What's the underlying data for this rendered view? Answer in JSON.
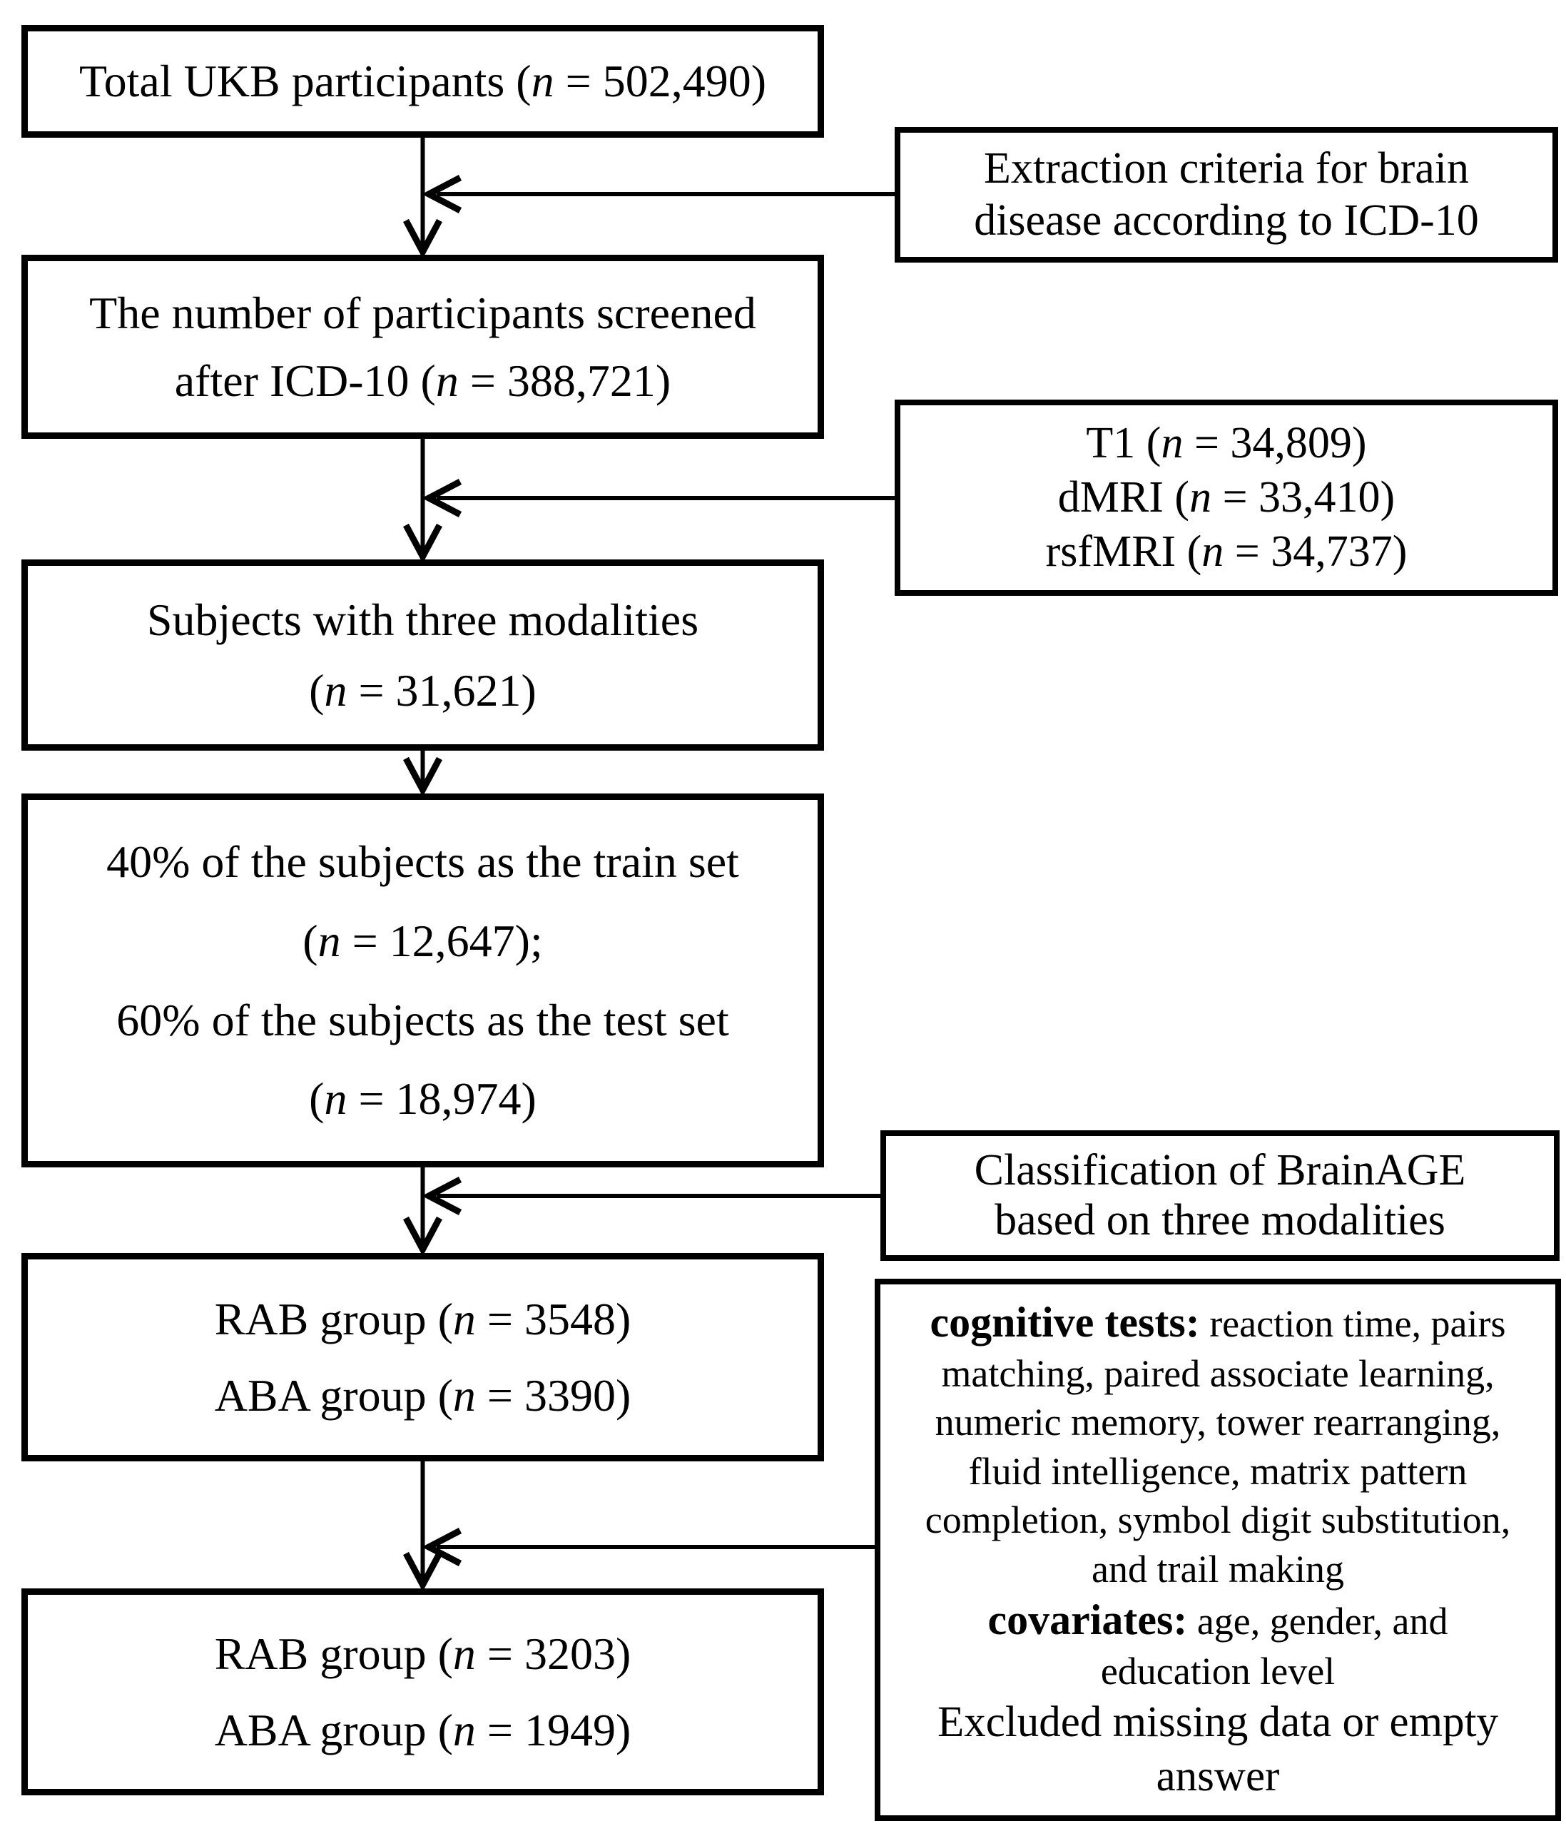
{
  "figure_title": "UKB participant selection flowchart",
  "colors": {
    "background": "#ffffff",
    "ink": "#000000"
  },
  "left_boxes": [
    {
      "id": "total-ukb",
      "lines": [
        "Total UKB participants (n = 502,490)"
      ]
    },
    {
      "id": "screened-icd10",
      "lines": [
        "The number of participants screened",
        "after ICD-10 (n = 388,721)"
      ]
    },
    {
      "id": "three-modalities",
      "lines": [
        "Subjects with three modalities",
        "(n = 31,621)"
      ]
    },
    {
      "id": "train-test-split",
      "lines": [
        "40% of the subjects as the train set",
        "(n = 12,647);",
        "60% of the subjects as the test set",
        "(n = 18,974)"
      ]
    },
    {
      "id": "groups-after-classification",
      "lines": [
        "RAB group (n = 3548)",
        "ABA group (n = 3390)"
      ]
    },
    {
      "id": "groups-after-exclusion",
      "lines": [
        "RAB group (n = 3203)",
        "ABA group (n = 1949)"
      ]
    }
  ],
  "right_boxes": [
    {
      "id": "extraction-criteria",
      "lines": [
        "Extraction criteria for brain",
        "disease according to ICD-10"
      ]
    },
    {
      "id": "modality-counts",
      "lines": [
        "T1 (n = 34,809)",
        "dMRI (n = 33,410)",
        "rsfMRI (n = 34,737)"
      ]
    },
    {
      "id": "classification-brainage",
      "lines": [
        "Classification of BrainAGE",
        "based on three modalities"
      ]
    },
    {
      "id": "tests-covariates",
      "lines": [
        {
          "bold": "cognitive tests:",
          "text": " reaction time, pairs"
        },
        {
          "text": "matching, paired associate learning,"
        },
        {
          "text": "numeric memory, tower rearranging,"
        },
        {
          "text": "fluid intelligence, matrix pattern"
        },
        {
          "text": "completion, symbol digit substitution,"
        },
        {
          "text": "and trail making"
        },
        {
          "bold": "covariates:",
          "text": " age, gender, and"
        },
        {
          "text": "education level"
        },
        {
          "text": "Excluded missing data or empty"
        },
        {
          "text": "answer"
        }
      ]
    }
  ],
  "connections": [
    {
      "from": "total-ukb",
      "to": "screened-icd10",
      "annotation": "extraction-criteria"
    },
    {
      "from": "screened-icd10",
      "to": "three-modalities",
      "annotation": "modality-counts"
    },
    {
      "from": "three-modalities",
      "to": "train-test-split",
      "annotation": null
    },
    {
      "from": "train-test-split",
      "to": "groups-after-classification",
      "annotation": "classification-brainage"
    },
    {
      "from": "groups-after-classification",
      "to": "groups-after-exclusion",
      "annotation": "tests-covariates"
    }
  ]
}
